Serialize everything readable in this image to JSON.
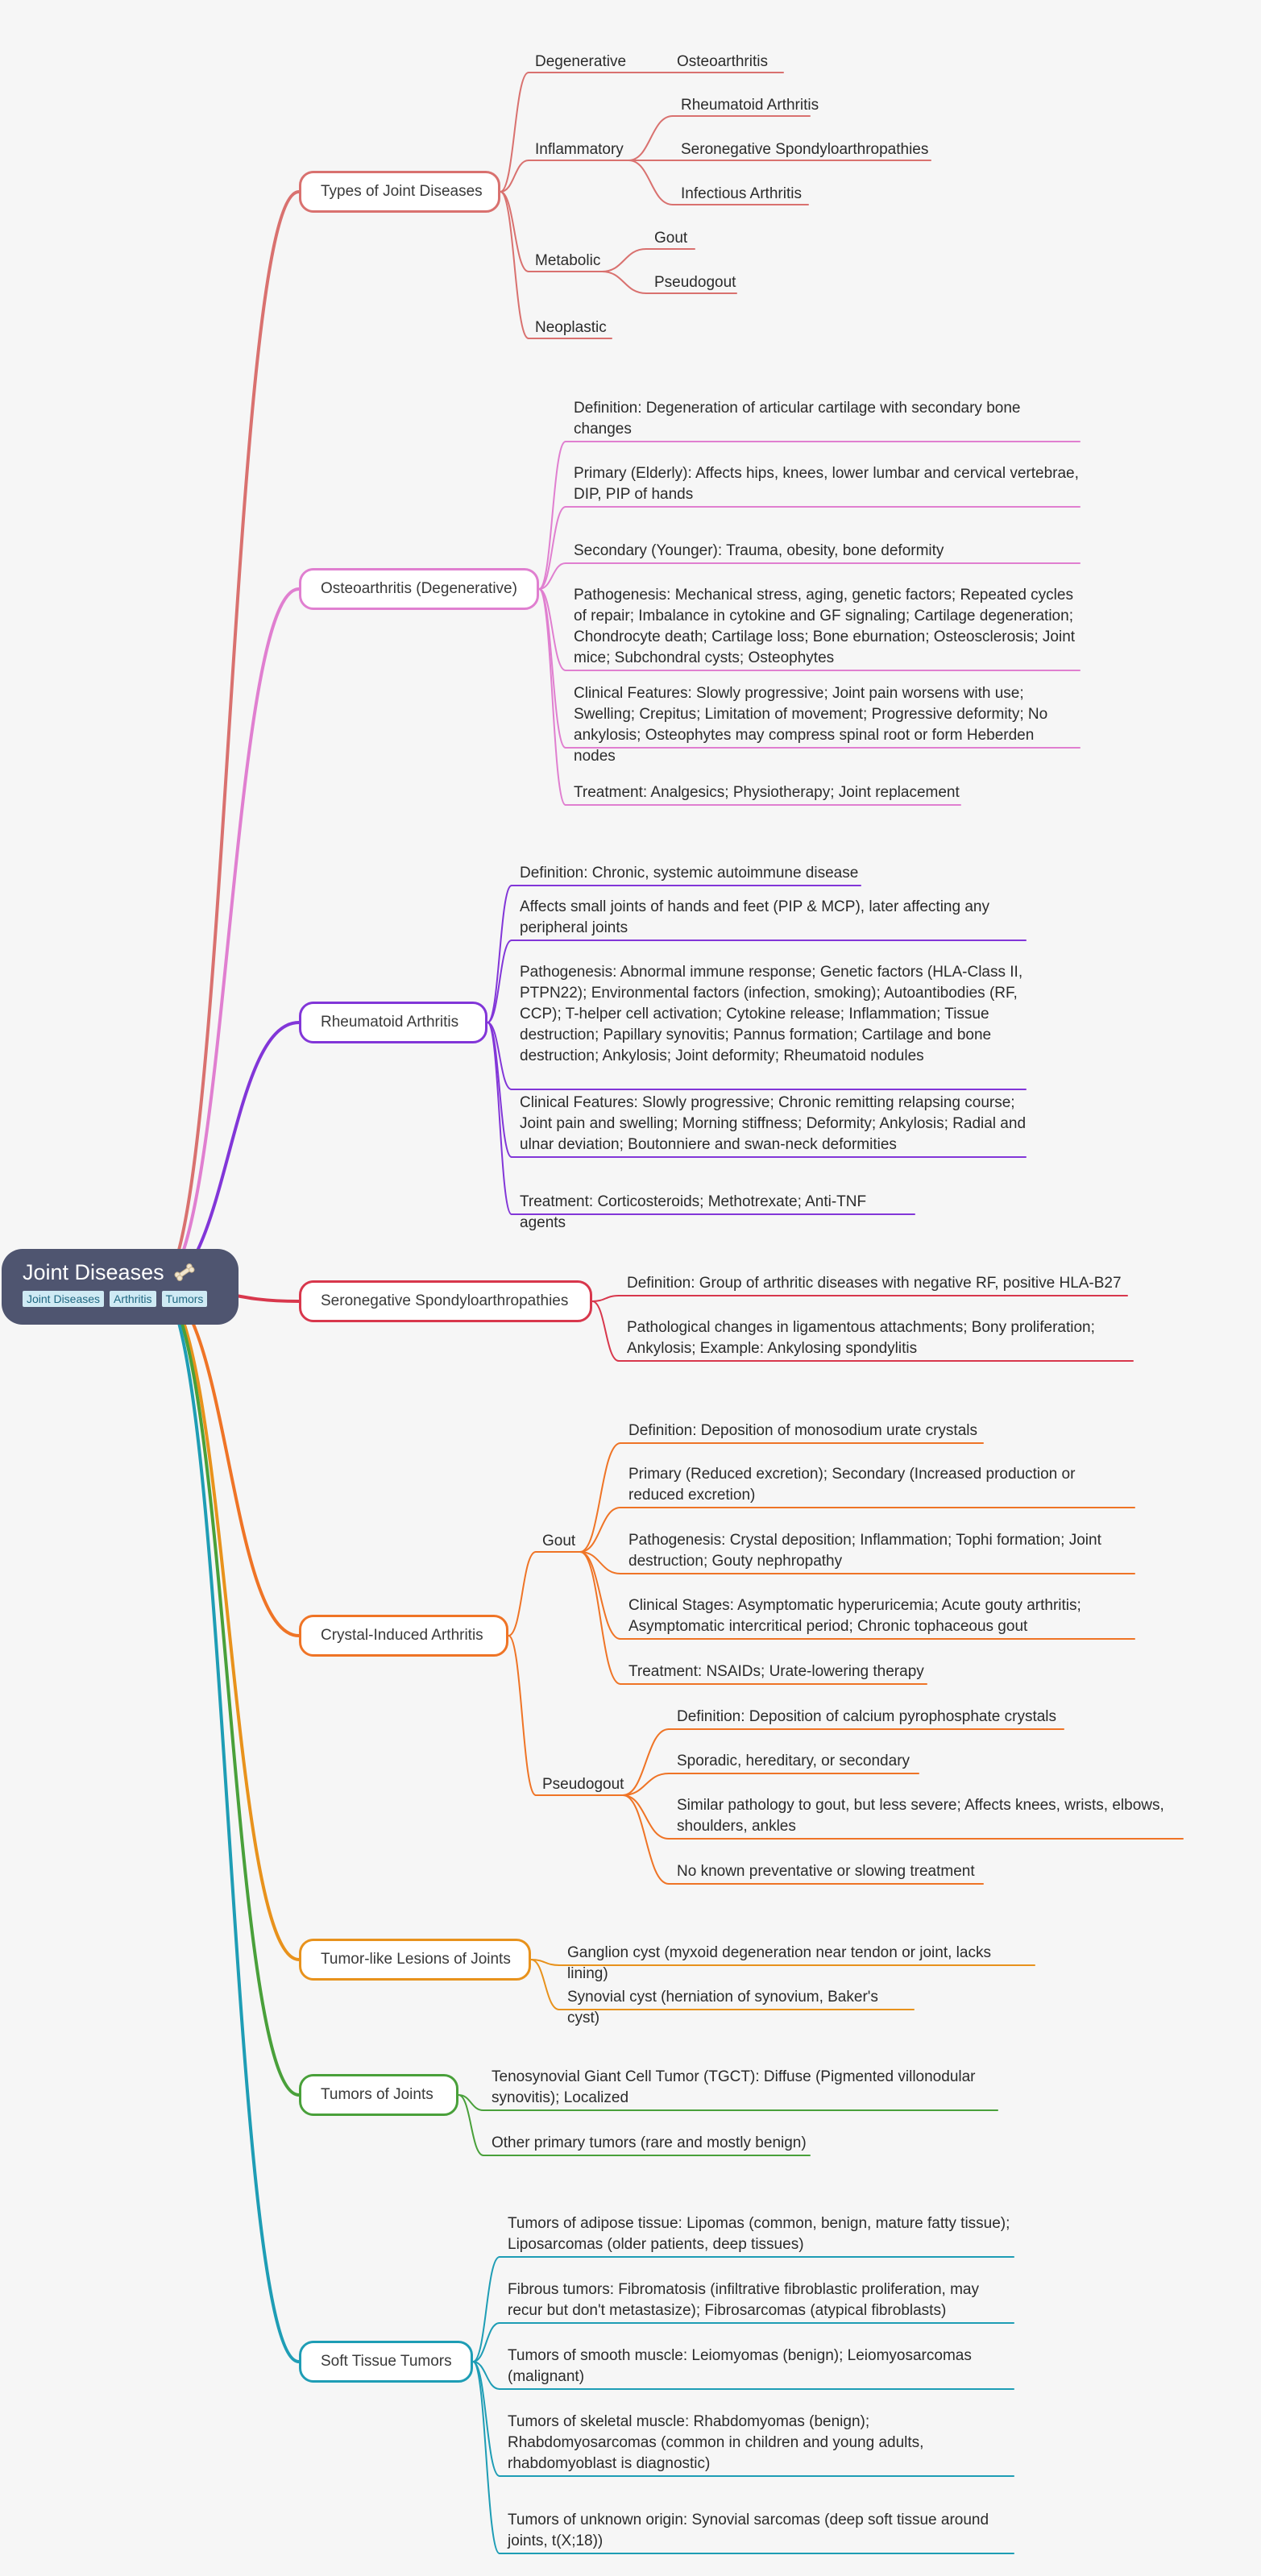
{
  "root": {
    "title": "Joint Diseases",
    "icon": "bone-icon",
    "tags": [
      "Joint Diseases",
      "Arthritis",
      "Tumors"
    ]
  },
  "branches": [
    {
      "label": "Types of Joint Diseases",
      "color": "#d9716f",
      "children": [
        {
          "label": "Degenerative",
          "children": [
            {
              "label": "Osteoarthritis"
            }
          ]
        },
        {
          "label": "Inflammatory",
          "children": [
            {
              "label": "Rheumatoid Arthritis"
            },
            {
              "label": "Seronegative Spondyloarthropathies"
            },
            {
              "label": "Infectious Arthritis"
            }
          ]
        },
        {
          "label": "Metabolic",
          "children": [
            {
              "label": "Gout"
            },
            {
              "label": "Pseudogout"
            }
          ]
        },
        {
          "label": "Neoplastic"
        }
      ]
    },
    {
      "label": "Osteoarthritis (Degenerative)",
      "color": "#e07fd0",
      "children": [
        {
          "label": "Definition: Degeneration of articular cartilage with secondary bone changes"
        },
        {
          "label": "Primary (Elderly): Affects hips, knees, lower lumbar and cervical vertebrae, DIP, PIP of hands"
        },
        {
          "label": "Secondary (Younger): Trauma, obesity, bone deformity"
        },
        {
          "label": "Pathogenesis: Mechanical stress, aging, genetic factors; Repeated cycles of repair; Imbalance in cytokine and GF signaling; Cartilage degeneration; Chondrocyte death; Cartilage loss; Bone eburnation; Osteosclerosis; Joint mice; Subchondral cysts; Osteophytes"
        },
        {
          "label": "Clinical Features: Slowly progressive; Joint pain worsens with use; Swelling; Crepitus; Limitation of movement; Progressive deformity; No ankylosis; Osteophytes may compress spinal root or form Heberden nodes"
        },
        {
          "label": "Treatment: Analgesics; Physiotherapy; Joint replacement"
        }
      ]
    },
    {
      "label": "Rheumatoid Arthritis",
      "color": "#8236d8",
      "children": [
        {
          "label": "Definition: Chronic, systemic autoimmune disease"
        },
        {
          "label": "Affects small joints of hands and feet (PIP & MCP), later affecting any peripheral joints"
        },
        {
          "label": "Pathogenesis: Abnormal immune response; Genetic factors (HLA-Class II, PTPN22); Environmental factors (infection, smoking); Autoantibodies (RF, CCP); T-helper cell activation; Cytokine release; Inflammation; Tissue destruction; Papillary synovitis; Pannus formation; Cartilage and bone destruction; Ankylosis; Joint deformity; Rheumatoid nodules"
        },
        {
          "label": "Clinical Features: Slowly progressive; Chronic remitting relapsing course; Joint pain and swelling; Morning stiffness; Deformity; Ankylosis; Radial and ulnar deviation; Boutonniere and swan-neck deformities"
        },
        {
          "label": "Treatment: Corticosteroids; Methotrexate; Anti-TNF agents"
        }
      ]
    },
    {
      "label": "Seronegative Spondyloarthropathies",
      "color": "#d8374c",
      "children": [
        {
          "label": "Definition: Group of arthritic diseases with negative RF, positive HLA-B27"
        },
        {
          "label": "Pathological changes in ligamentous attachments; Bony proliferation; Ankylosis; Example: Ankylosing spondylitis"
        }
      ]
    },
    {
      "label": "Crystal-Induced Arthritis",
      "color": "#ef7426",
      "children": [
        {
          "label": "Gout",
          "children": [
            {
              "label": "Definition: Deposition of monosodium urate crystals"
            },
            {
              "label": "Primary (Reduced excretion); Secondary (Increased production or reduced excretion)"
            },
            {
              "label": "Pathogenesis: Crystal deposition; Inflammation; Tophi formation; Joint destruction; Gouty nephropathy"
            },
            {
              "label": "Clinical Stages: Asymptomatic hyperuricemia; Acute gouty arthritis; Asymptomatic intercritical period; Chronic tophaceous gout"
            },
            {
              "label": "Treatment: NSAIDs; Urate-lowering therapy"
            }
          ]
        },
        {
          "label": "Pseudogout",
          "children": [
            {
              "label": "Definition: Deposition of calcium pyrophosphate crystals"
            },
            {
              "label": "Sporadic, hereditary, or secondary"
            },
            {
              "label": "Similar pathology to gout, but less severe; Affects knees, wrists, elbows, shoulders, ankles"
            },
            {
              "label": "No known preventative or slowing treatment"
            }
          ]
        }
      ]
    },
    {
      "label": "Tumor-like Lesions of Joints",
      "color": "#e8921c",
      "children": [
        {
          "label": "Ganglion cyst (myxoid degeneration near tendon or joint, lacks lining)"
        },
        {
          "label": "Synovial cyst (herniation of synovium, Baker's cyst)"
        }
      ]
    },
    {
      "label": "Tumors of Joints",
      "color": "#49a03a",
      "children": [
        {
          "label": "Tenosynovial Giant Cell Tumor (TGCT): Diffuse (Pigmented villonodular synovitis); Localized"
        },
        {
          "label": "Other primary tumors (rare and mostly benign)"
        }
      ]
    },
    {
      "label": "Soft Tissue Tumors",
      "color": "#1e9db5",
      "children": [
        {
          "label": "Tumors of adipose tissue: Lipomas (common, benign, mature fatty tissue); Liposarcomas (older patients, deep tissues)"
        },
        {
          "label": "Fibrous tumors: Fibromatosis (infiltrative fibroblastic proliferation, may recur but don't metastasize); Fibrosarcomas (atypical fibroblasts)"
        },
        {
          "label": "Tumors of smooth muscle: Leiomyomas (benign); Leiomyosarcomas (malignant)"
        },
        {
          "label": "Tumors of skeletal muscle: Rhabdomyomas (benign); Rhabdomyosarcomas (common in children and young adults, rhabdomyoblast is diagnostic)"
        },
        {
          "label": "Tumors of unknown origin: Synovial sarcomas (deep soft tissue around joints, t(X;18))"
        }
      ]
    }
  ]
}
